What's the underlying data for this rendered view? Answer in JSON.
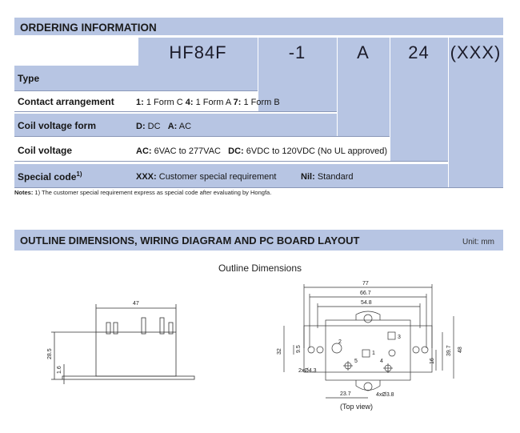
{
  "ordering": {
    "title": "ORDERING INFORMATION",
    "codes": [
      "HF84F",
      "-1",
      "A",
      "24",
      "(XXX)"
    ],
    "rows": [
      {
        "label": "Type",
        "value_html": ""
      },
      {
        "label": "Contact arrangement",
        "parts": [
          "1:",
          " 1 Form C  ",
          "4:",
          " 1 Form A  ",
          "7:",
          " 1 Form B"
        ]
      },
      {
        "label": "Coil voltage form",
        "parts": [
          "D:",
          " DC   ",
          "A:",
          " AC"
        ]
      },
      {
        "label": "Coil voltage",
        "parts": [
          "AC:",
          " 6VAC to 277VAC   ",
          "DC:",
          " 6VDC to 120VDC (No UL approved)"
        ]
      },
      {
        "label": "Special code",
        "label_sup": "1)",
        "parts": [
          "XXX:",
          " Customer special requirement          ",
          "Nil:",
          " Standard"
        ]
      }
    ],
    "notes_prefix": "Notes:",
    "notes_text": " 1) The customer special requirement express as special code after evaluating by Hongfa."
  },
  "outline": {
    "title": "OUTLINE DIMENSIONS, WIRING DIAGRAM AND PC BOARD LAYOUT",
    "unit": "Unit: mm",
    "subtitle": "Outline Dimensions",
    "top_view": "(Top view)",
    "side_dims": {
      "width": "47",
      "height": "28.5",
      "base": "1.6"
    },
    "top_dims": {
      "overall": "77",
      "mid": "66.7",
      "inner": "54.8",
      "left_h": "32",
      "left_small": "9.5",
      "right_h1": "39.7",
      "right_h2": "48",
      "right_small": "16",
      "bottom_w": "23.7",
      "hole_a": "2xØ4.3",
      "hole_b": "4xØ3.8",
      "pins": [
        "3",
        "2",
        "5",
        "4",
        "1"
      ]
    }
  }
}
